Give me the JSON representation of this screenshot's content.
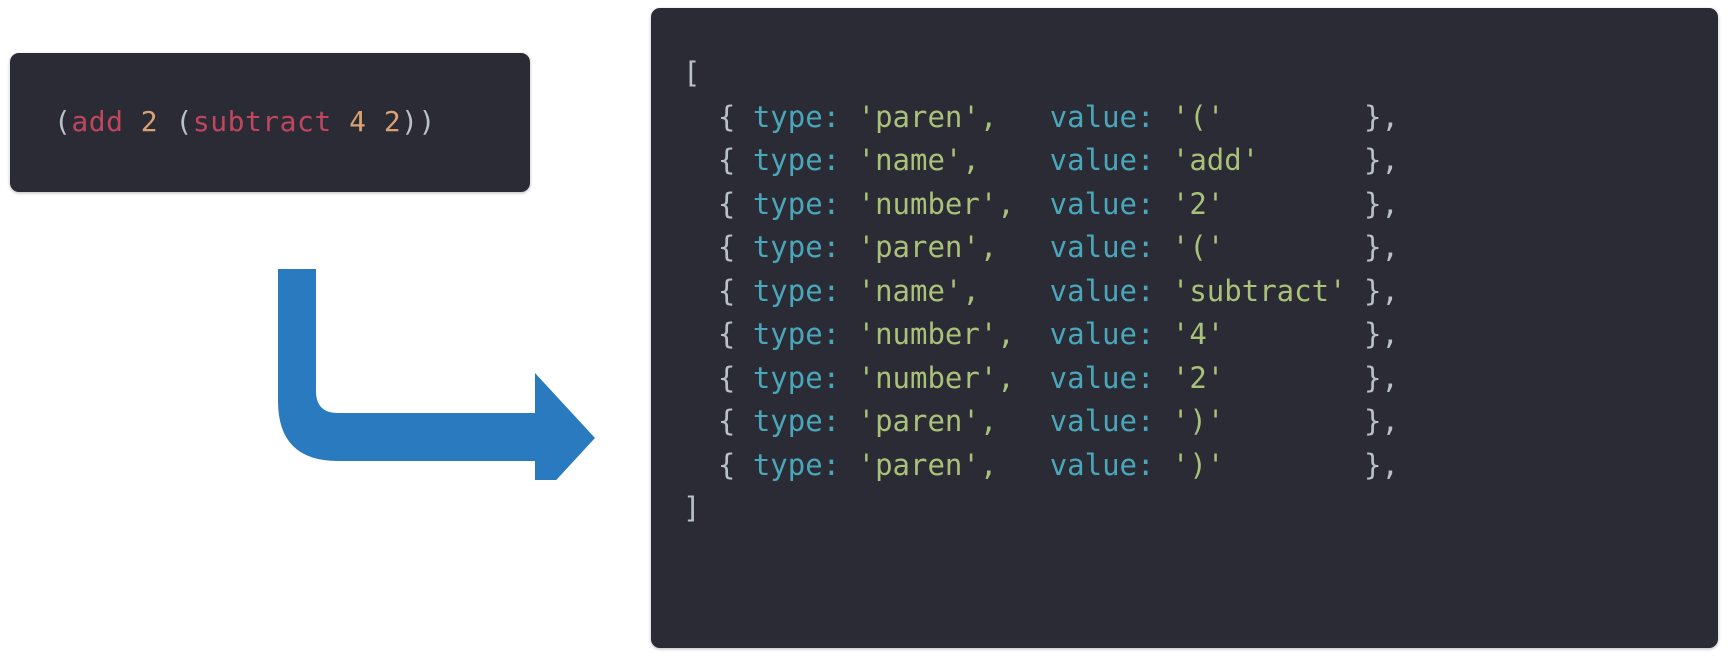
{
  "diagram": {
    "title": "tokenizer-input-to-tokens",
    "background_color": "#ffffff",
    "arrow": {
      "name": "elbow-arrow-down-right",
      "color": "#2a7ac0",
      "direction": "down-then-right"
    }
  },
  "input_block": {
    "name": "source-code-block",
    "background_color": "#2b2b35",
    "raw_text": "(add 2 (subtract 4 2))",
    "tokens": [
      {
        "text": "(",
        "kind": "punct"
      },
      {
        "text": "add",
        "kind": "name"
      },
      {
        "text": " ",
        "kind": "punct"
      },
      {
        "text": "2",
        "kind": "num"
      },
      {
        "text": " ",
        "kind": "punct"
      },
      {
        "text": "(",
        "kind": "punct"
      },
      {
        "text": "subtract",
        "kind": "name"
      },
      {
        "text": " ",
        "kind": "punct"
      },
      {
        "text": "4",
        "kind": "num"
      },
      {
        "text": " ",
        "kind": "punct"
      },
      {
        "text": "2",
        "kind": "num"
      },
      {
        "text": "))",
        "kind": "punct"
      }
    ]
  },
  "output_block": {
    "name": "token-array-block",
    "background_color": "#2b2b35",
    "open_bracket": "[",
    "close_bracket": "]",
    "key_type_label": "type:",
    "key_value_label": "value:",
    "open_brace": "{",
    "close_brace": "},",
    "close_brace_last": "},",
    "rows": [
      {
        "type": "'paren',",
        "value": "'('"
      },
      {
        "type": "'name',",
        "value": "'add'"
      },
      {
        "type": "'number',",
        "value": "'2'"
      },
      {
        "type": "'paren',",
        "value": "'('"
      },
      {
        "type": "'name',",
        "value": "'subtract'"
      },
      {
        "type": "'number',",
        "value": "'4'"
      },
      {
        "type": "'number',",
        "value": "'2'"
      },
      {
        "type": "'paren',",
        "value": "')'"
      },
      {
        "type": "'paren',",
        "value": "')'"
      }
    ]
  },
  "colors": {
    "punctuation": "#b9c0ca",
    "function_name": "#c0465e",
    "number": "#d9a273",
    "object_key": "#4aa7ba",
    "string_value": "#a9c178",
    "arrow_blue": "#2a7ac0",
    "code_background": "#2b2b35"
  }
}
